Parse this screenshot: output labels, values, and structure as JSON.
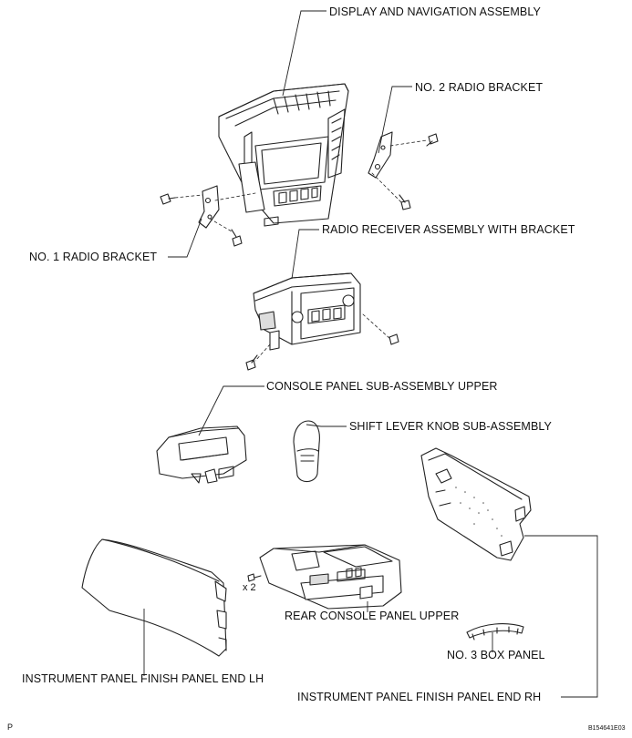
{
  "labels": {
    "display_nav": "DISPLAY AND NAVIGATION ASSEMBLY",
    "no2_bracket": "NO. 2 RADIO BRACKET",
    "no1_bracket": "NO. 1 RADIO BRACKET",
    "radio_receiver": "RADIO RECEIVER ASSEMBLY WITH BRACKET",
    "console_upper": "CONSOLE PANEL SUB-ASSEMBLY UPPER",
    "shift_knob": "SHIFT LEVER KNOB SUB-ASSEMBLY",
    "rear_console": "REAR CONSOLE PANEL UPPER",
    "times2": "x 2",
    "no3_box": "NO. 3 BOX PANEL",
    "finish_lh": "INSTRUMENT PANEL FINISH PANEL END LH",
    "finish_rh": "INSTRUMENT PANEL FINISH PANEL END RH",
    "corner_p": "P",
    "figure_code": "B154641E03"
  },
  "colors": {
    "line": "#222222",
    "fill": "#ffffff",
    "shade": "#dddddd",
    "dark": "#555555"
  }
}
